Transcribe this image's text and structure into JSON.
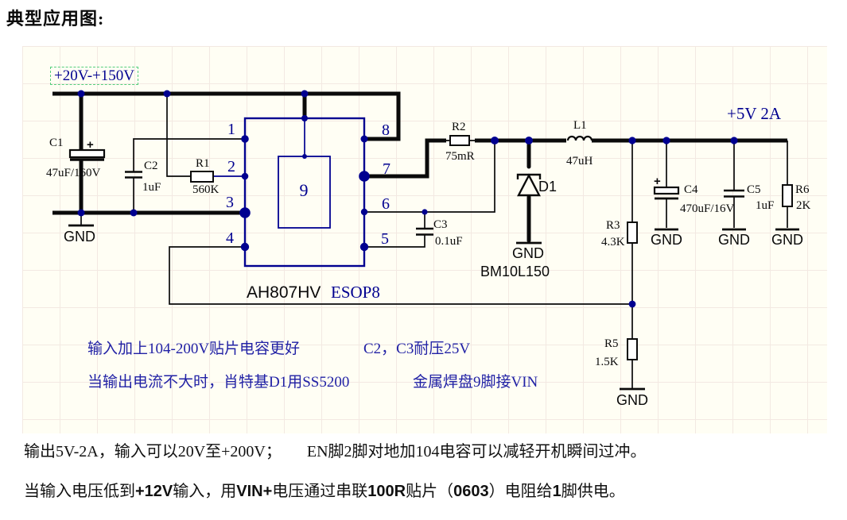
{
  "title": "典型应用图:",
  "canvas": {
    "input_range_label": "+20V-+150V",
    "output_label": "+5V 2A",
    "gnd": "GND"
  },
  "ic": {
    "name": "AH807HV",
    "package": "ESOP8",
    "pad": "9",
    "pin1": "1",
    "pin2": "2",
    "pin3": "3",
    "pin4": "4",
    "pin5": "5",
    "pin6": "6",
    "pin7": "7",
    "pin8": "8"
  },
  "components": {
    "c1": {
      "ref": "C1",
      "value": "47uF/160V",
      "plus": "+"
    },
    "c2": {
      "ref": "C2",
      "value": "1uF"
    },
    "c3": {
      "ref": "C3",
      "value": "0.1uF"
    },
    "c4": {
      "ref": "C4",
      "value": "470uF/16V",
      "plus": "+"
    },
    "c5": {
      "ref": "C5",
      "value": "1uF"
    },
    "r1": {
      "ref": "R1",
      "value": "560K"
    },
    "r2": {
      "ref": "R2",
      "value": "75mR"
    },
    "r3": {
      "ref": "R3",
      "value": "4.3K"
    },
    "r5": {
      "ref": "R5",
      "value": "1.5K"
    },
    "r6": {
      "ref": "R6",
      "value": "2K"
    },
    "l1": {
      "ref": "L1",
      "value": "47uH"
    },
    "d1": {
      "ref": "D1",
      "part": "BM10L150"
    }
  },
  "annotations": {
    "row1_left": "输入加上104-200V贴片电容更好",
    "row1_right": "C2，C3耐压25V",
    "row2_left": "当输出电流不大时，肖特基D1用SS5200",
    "row2_right": "金属焊盘9脚接VIN"
  },
  "notes": {
    "line1": [
      {
        "text": "输出5V-2A，输入可以20V至+200V；",
        "bold": false
      },
      {
        "text": "EN脚2脚对地加104电容可以减轻开机瞬间过冲。",
        "bold": false,
        "gap": true
      }
    ],
    "line2": [
      {
        "text": "当输入电压低到",
        "bold": false
      },
      {
        "text": "+12V",
        "bold": true
      },
      {
        "text": "输入，用",
        "bold": false
      },
      {
        "text": "VIN+",
        "bold": true
      },
      {
        "text": "电压通过串联",
        "bold": false
      },
      {
        "text": "100R",
        "bold": true
      },
      {
        "text": "贴片（",
        "bold": false
      },
      {
        "text": "0603",
        "bold": true
      },
      {
        "text": "）电阻给",
        "bold": false
      },
      {
        "text": "1",
        "bold": true
      },
      {
        "text": "脚供电。",
        "bold": false
      }
    ]
  },
  "colors": {
    "schematic_navy": "#000090",
    "annotation_blue": "#2121A5",
    "wire_black": "#0a0a0a",
    "canvas_background": "#FFFEF4",
    "input_box_green": "#55CF7D"
  }
}
